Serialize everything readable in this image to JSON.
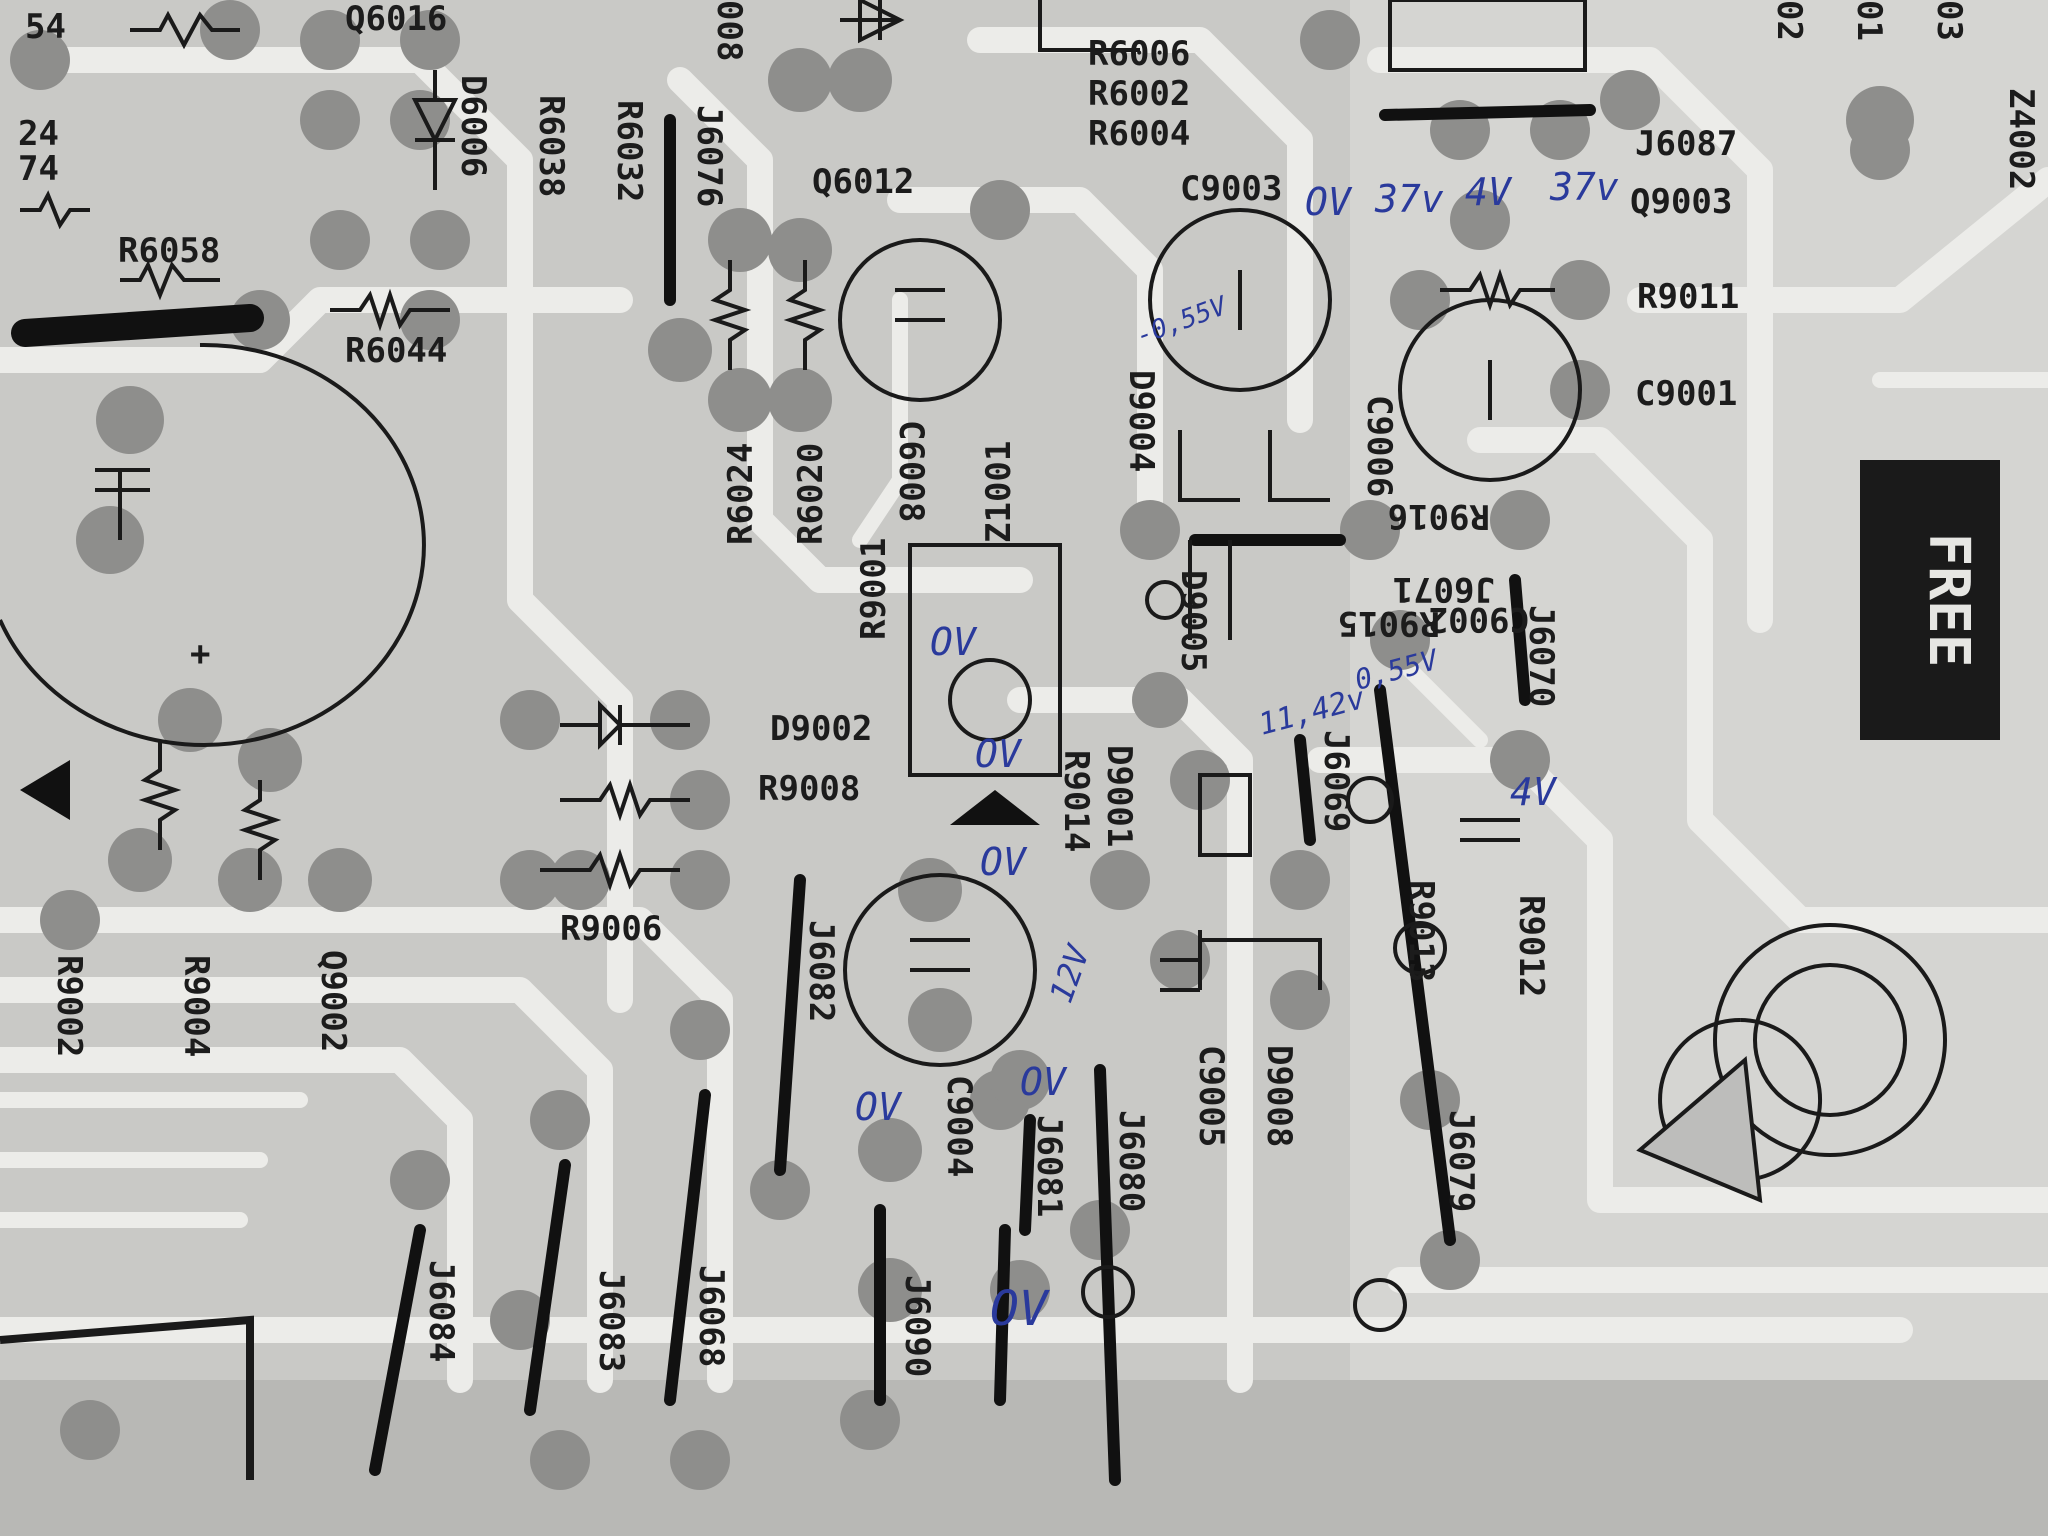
{
  "labels": {
    "top": [
      "54",
      "Q6016",
      "D6006",
      "R6038",
      "R6032",
      "008",
      "J6076",
      "Q6012",
      "R6006",
      "R6002",
      "R6004",
      "J6087",
      "Q9003",
      "C9003",
      "Z4002",
      "02",
      "01",
      "03"
    ],
    "left": [
      "24",
      "74",
      "R6058",
      "R6044"
    ],
    "middle": [
      "R6024",
      "R6020",
      "C6008",
      "R9001",
      "Z1001",
      "D9002",
      "R9008",
      "R9006",
      "J6082",
      "C9004",
      "J6081",
      "J6080",
      "D9001",
      "R9014"
    ],
    "right": [
      "C9001",
      "R9011",
      "D9004",
      "C9006",
      "R9016",
      "J6071",
      "R9015",
      "C9002",
      "J6070",
      "D9005",
      "J6069",
      "R9013",
      "R9012",
      "C9005",
      "D9008",
      "J6079"
    ],
    "bottom": [
      "R9002",
      "R9004",
      "Q9002",
      "J6084",
      "J6083",
      "J6068",
      "J6090"
    ],
    "logo": "FREE"
  },
  "handwritten": {
    "ov1": "OV",
    "v37a": "37v",
    "v4a": "4V",
    "v37b": "37v",
    "v055a": "-0,55V",
    "ov_reg_a": "OV",
    "ov_reg_b": "OV",
    "v1142": "11,42v",
    "v055b": "0,55V",
    "v4b": "4V",
    "ov_c9004": "OV",
    "v12": "12V",
    "ov_left": "OV",
    "ov_j6081": "OV",
    "ov_bottom": "OV"
  }
}
